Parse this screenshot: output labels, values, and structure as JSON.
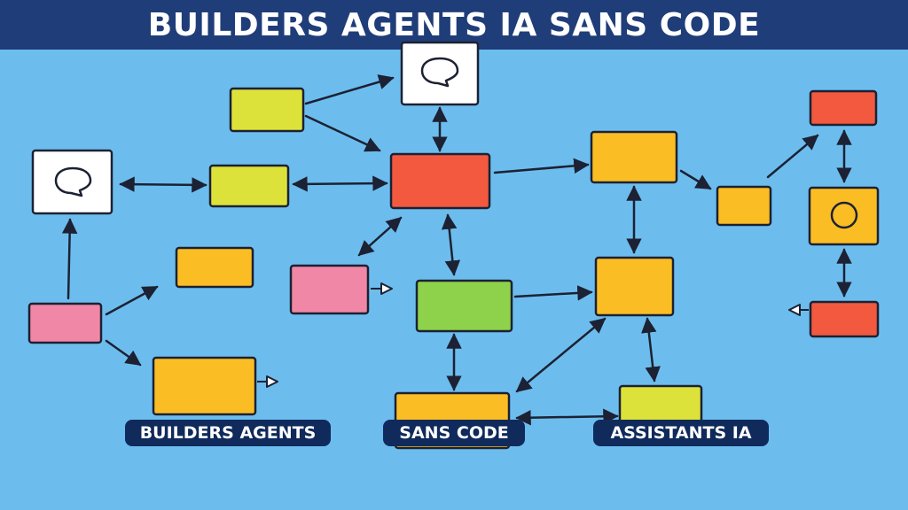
{
  "title": "BUILDERS AGENTS IA SANS CODE",
  "labels": {
    "builders": "BUILDERS AGENTS",
    "sans_code": "SANS CODE",
    "assistants": "ASSISTANTS IA"
  },
  "colors": {
    "background": "#6cbdee",
    "title_bar": "#1f3d78",
    "label_bg": "#102a5c",
    "yellow_green": "#dde23a",
    "orange_yellow": "#fbbd24",
    "red": "#f2593f",
    "pink": "#f087a6",
    "green": "#8dd24a",
    "white": "#ffffff",
    "ink": "#1c2133"
  },
  "icons": [
    "chat-bubble-icon",
    "chat-bubble-icon",
    "circle-icon"
  ]
}
